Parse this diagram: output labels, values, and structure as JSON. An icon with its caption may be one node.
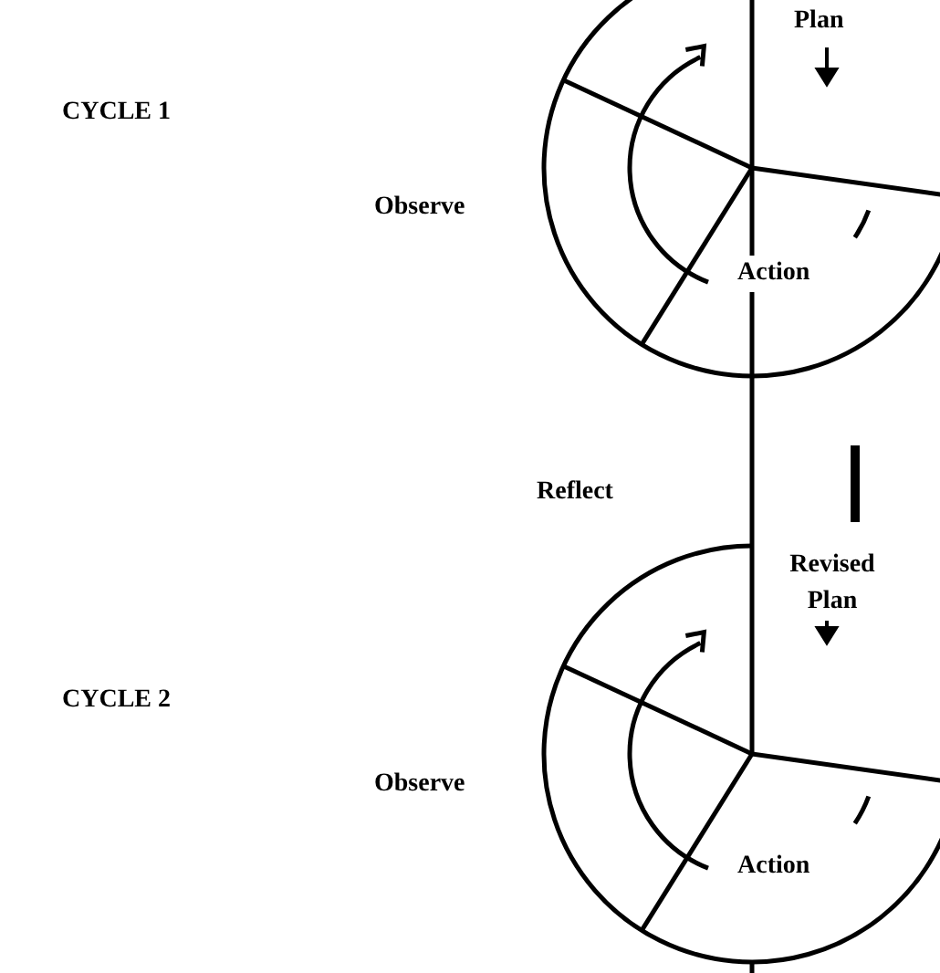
{
  "diagram": {
    "labels": [
      "CYCLE 1",
      "Plan",
      "Observe",
      "Action",
      "Reflect",
      "Revised Plan",
      "CYCLE 2",
      "Observe",
      "Action"
    ]
  }
}
